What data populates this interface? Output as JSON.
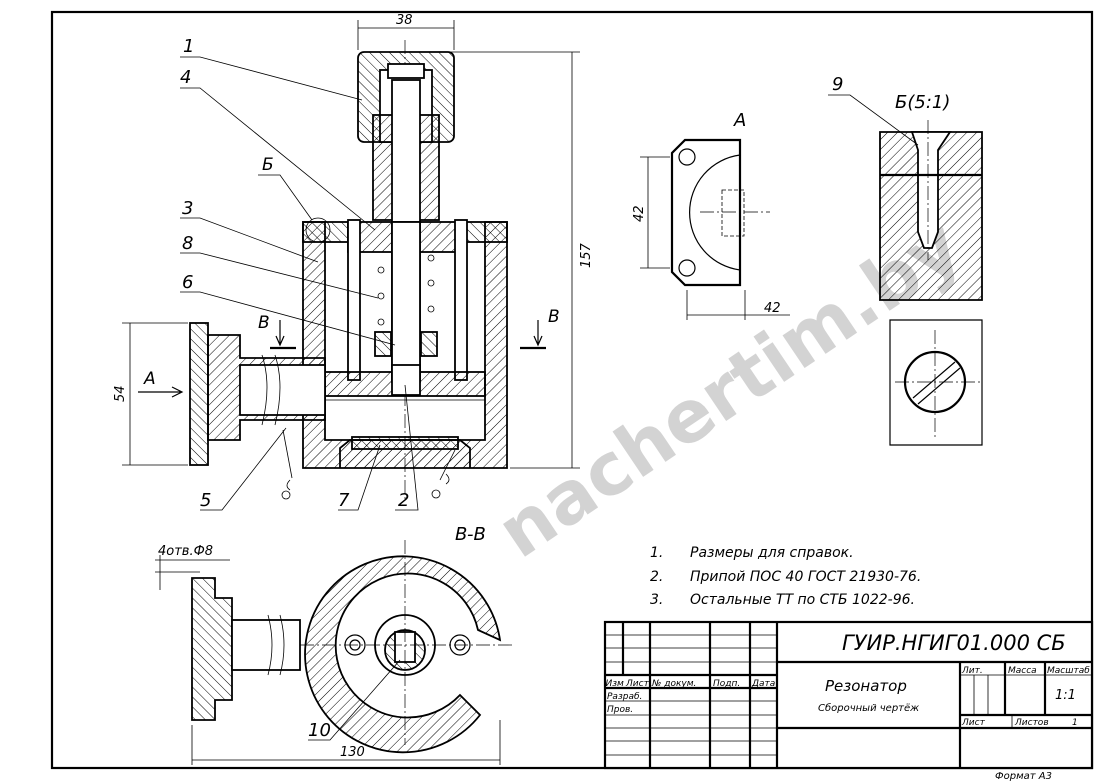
{
  "watermark": "nachertim.by",
  "leaders": {
    "p1": "1",
    "p2": "2",
    "p3": "3",
    "p4": "4",
    "p5": "5",
    "p6": "6",
    "p7": "7",
    "p8": "8",
    "p9": "9",
    "p10": "10"
  },
  "dimensions": {
    "knob_width": "38",
    "height": "157",
    "flange_vert": "42",
    "flange_horiz": "42",
    "port_height": "54",
    "width_section": "130",
    "holes": "4отв.Ф8"
  },
  "views": {
    "view_a": "A",
    "arrow_a": "A",
    "detail_b": "Б",
    "detail_b_title": "Б(5:1)",
    "section_b_left": "B",
    "section_b_right": "B",
    "section_bb": "B-B"
  },
  "notes": [
    {
      "num": "1.",
      "text": "Размеры для справок."
    },
    {
      "num": "2.",
      "text": "Припой ПОС 40 ГОСТ 21930-76."
    },
    {
      "num": "3.",
      "text": "Остальные ТТ по СТБ 1022-96."
    }
  ],
  "title_block": {
    "designation": "ГУИР.НГИГ01.000 СБ",
    "name": "Резонатор",
    "doc_type": "Сборочный чертёж",
    "col_izm": "Изм",
    "col_list": "Лист",
    "col_doc": "№ докум.",
    "col_sign": "Подп.",
    "col_date": "Дата",
    "row_dev": "Разраб.",
    "row_check": "Пров.",
    "lit": "Лит.",
    "mass": "Масса",
    "scale_label": "Масштаб",
    "scale": "1:1",
    "sheet": "Лист",
    "sheets": "Листов",
    "sheets_count": "1"
  },
  "format": "Формат А3"
}
